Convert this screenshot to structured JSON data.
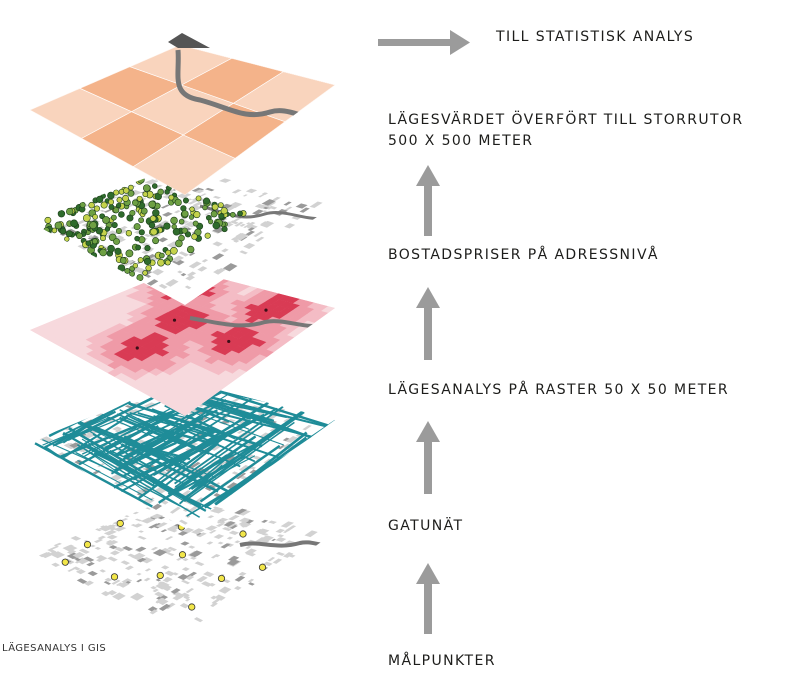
{
  "caption": "LÄGESANALYS I GIS",
  "steps": {
    "malpunkter": "MÅLPUNKTER",
    "gatunat": "GATUNÄT",
    "lagesanalys": "LÄGESANALYS PÅ RASTER 50 X 50 METER",
    "bostadspriser": "BOSTADSPRISER PÅ ADRESSNIVÅ",
    "lagesvardet_line1": "LÄGESVÄRDET ÖVERFÖRT TILL STORRUTOR",
    "lagesvardet_line2": "500 X 500 METER",
    "statistisk": "TILL STATISTISK ANALYS"
  },
  "colors": {
    "arrow": "#9b9b9b",
    "text": "#1d1d1b",
    "building": "#d2d2d2",
    "street": "#1f8c98",
    "heat_low": "#f7d9dd",
    "heat_mid": "#ef9aa7",
    "heat_high": "#d93b54",
    "price_dot_dark": "#2f6b2c",
    "price_dot_mid": "#6ea043",
    "price_dot_light": "#c4d24b",
    "target_point": "#f2e649",
    "grid_dark": "#f4b38a",
    "grid_light": "#f9d4bd",
    "river": "#777777"
  }
}
